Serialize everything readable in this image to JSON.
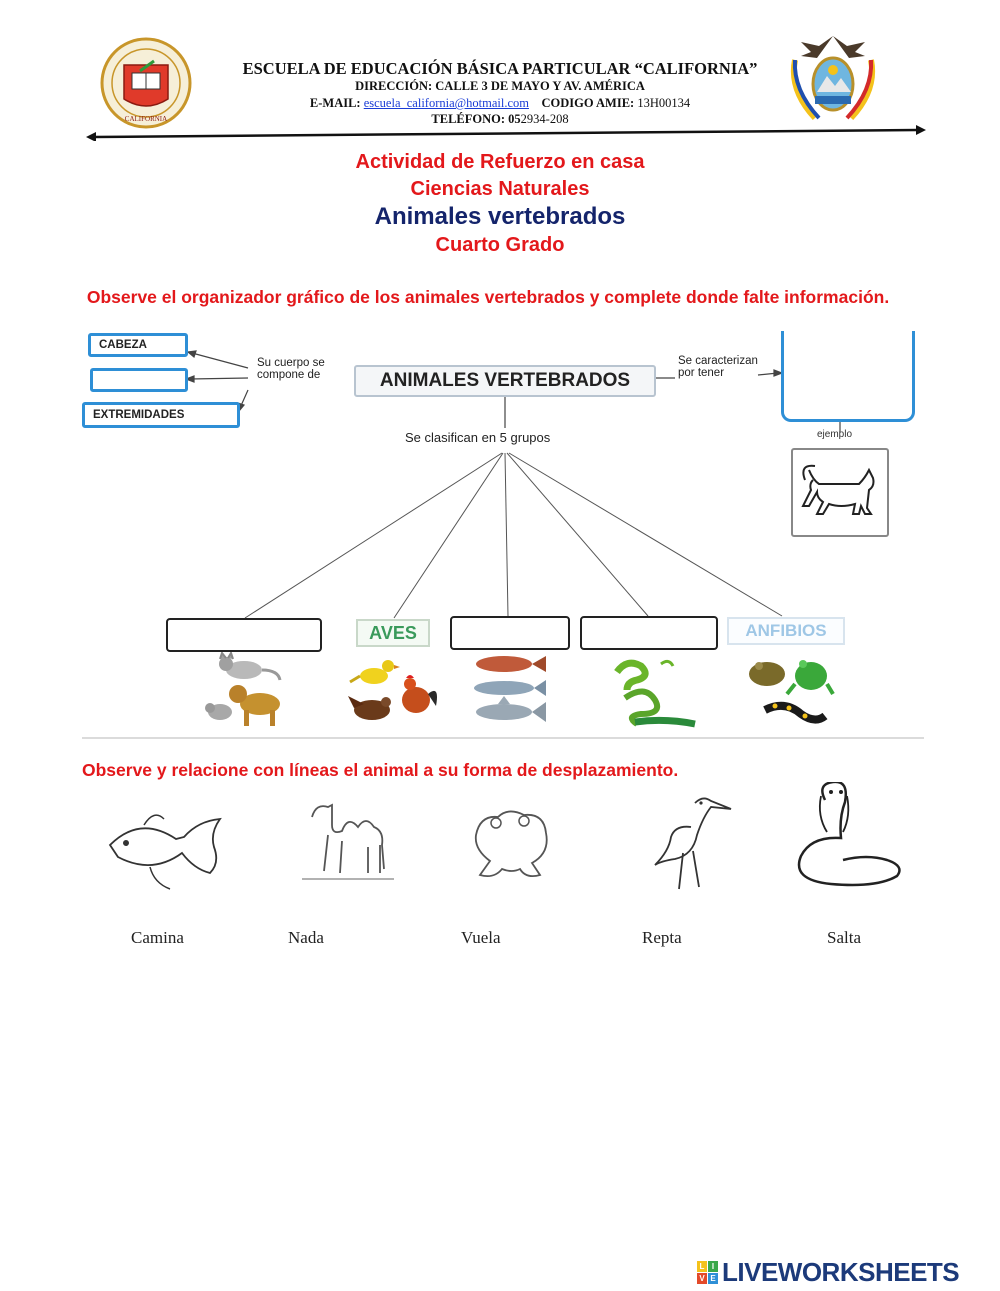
{
  "header": {
    "school_name": "ESCUELA DE EDUCACIÓN BÁSICA PARTICULAR “CALIFORNIA”",
    "address": "DIRECCIÓN: CALLE 3 DE MAYO Y AV. AMÉRICA",
    "email_label": "E-MAIL:",
    "email": "escuela_california@hotmail.com",
    "amie_label": "CODIGO AMIE:",
    "amie_code": "13H00134",
    "phone_label": "TELÉFONO:",
    "phone_bold": "05",
    "phone_rest": "2934-208",
    "seal_text": "CALIFORNIA"
  },
  "titles": {
    "line1": "Actividad de Refuerzo en casa",
    "line2": "Ciencias Naturales",
    "line3": "Animales vertebrados",
    "line4": "Cuarto Grado"
  },
  "instruction1": "Observe el organizador gráfico de los animales vertebrados y complete donde falte información.",
  "organizer": {
    "central": "ANIMALES VERTEBRADOS",
    "body_parts_connector": "Su cuerpo se compone de",
    "body_parts": [
      "CABEZA",
      "",
      "EXTREMIDADES"
    ],
    "characteristic_connector": "Se caracterizan por tener",
    "example_label": "ejemplo",
    "classify_label": "Se clasifican en 5 grupos",
    "groups": [
      "",
      "AVES",
      "",
      "",
      "ANFIBIOS"
    ]
  },
  "instruction2": "Observe y relacione con líneas el animal a su forma de desplazamiento.",
  "matching": {
    "animals": [
      "fish-icon",
      "camel-icon",
      "frog-icon",
      "stork-icon",
      "cobra-icon"
    ],
    "words": [
      "Camina",
      "Nada",
      "Vuela",
      "Repta",
      "Salta"
    ]
  },
  "footer": {
    "brand": "LIVEWORKSHEETS",
    "logo_letters": [
      "L",
      "I",
      "V",
      "E"
    ]
  },
  "colors": {
    "red": "#e3181b",
    "navy": "#14246b",
    "blue_border": "#2e8fd6",
    "aves_green": "#3a9a5b",
    "anfibios_blue": "#9fc7e6"
  }
}
